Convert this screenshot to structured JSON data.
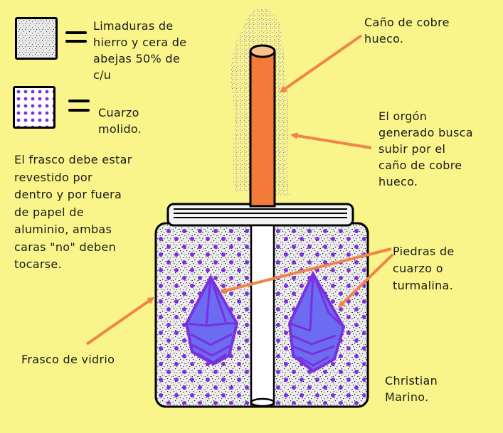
{
  "legend": {
    "iron_wax": "Limaduras de\nhierro y cera de\nabejas 50% de\nc/u",
    "quartz": "Cuarzo\nmolido."
  },
  "note": "El frasco debe estar\nrevestido por\ndentro y por fuera\nde papel de\naluminio, ambas\ncaras \"no\" deben\ntocarse.",
  "labels": {
    "copper_pipe": "Caño de cobre\nhueco.",
    "orgone": "El orgón\ngenerado busca\nsubir por el\ncaño de cobre\nhueco.",
    "stones": "Piedras de\ncuarzo o\nturmalina.",
    "jar": "Frasco de vidrio",
    "author": "Christian\nMarino."
  },
  "colors": {
    "background": "#f9f58a",
    "copper": "#f47a3a",
    "arrow": "#f2834a",
    "quartz": "#7a2fe0",
    "crystal_fill": "#6c6cf0"
  }
}
